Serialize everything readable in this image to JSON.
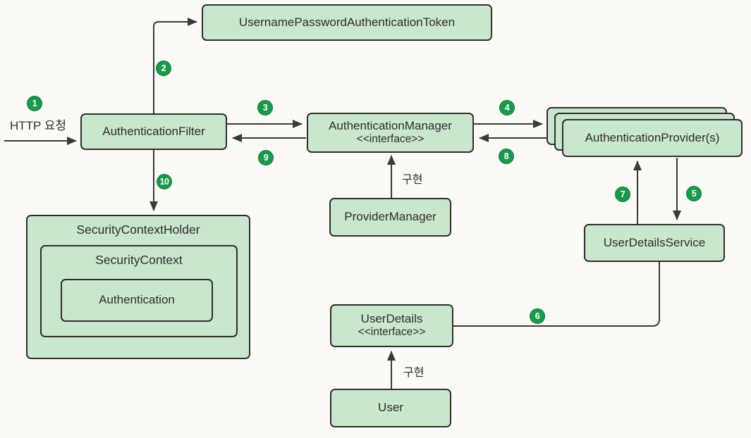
{
  "figure": {
    "background": "#fbfaf6",
    "box_fill": "#c9e7cc",
    "box_border": "#2f2f2f",
    "badge_color": "#179a49",
    "badge_text_color": "#ffffff",
    "text_color": "#2e2e2e",
    "line_color": "#3a3a3a"
  },
  "labels": {
    "http_request": "HTTP 요청",
    "implements_top": "구현",
    "implements_bottom": "구현"
  },
  "nodes": {
    "token": {
      "label": "UsernamePasswordAuthenticationToken"
    },
    "filter": {
      "label": "AuthenticationFilter"
    },
    "manager": {
      "label": "AuthenticationManager",
      "stereotype": "<<interface>>"
    },
    "providers": {
      "label": "AuthenticationProvider(s)"
    },
    "provider_manager": {
      "label": "ProviderManager"
    },
    "security_context_holder": {
      "label": "SecurityContextHolder"
    },
    "security_context": {
      "label": "SecurityContext"
    },
    "authentication": {
      "label": "Authentication"
    },
    "user_details_service": {
      "label": "UserDetailsService"
    },
    "user_details": {
      "label": "UserDetails",
      "stereotype": "<<interface>>"
    },
    "user": {
      "label": "User"
    }
  },
  "steps": [
    "1",
    "2",
    "3",
    "4",
    "5",
    "6",
    "7",
    "8",
    "9",
    "10"
  ]
}
